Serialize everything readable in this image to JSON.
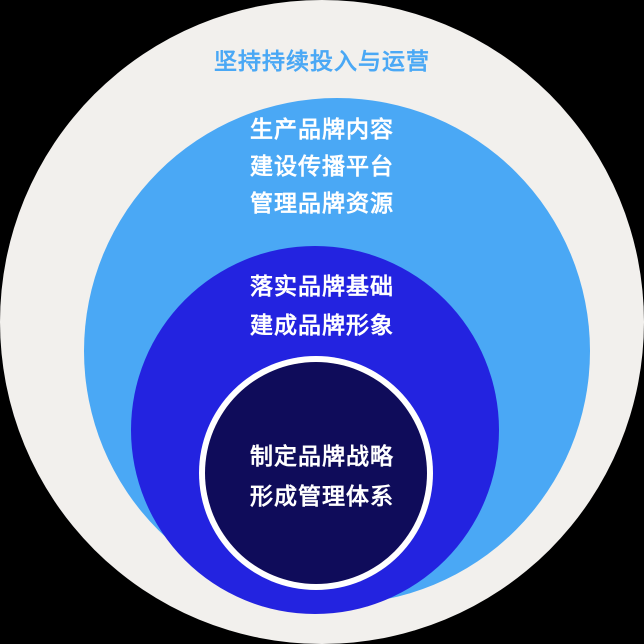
{
  "colors": {
    "background": "#000000",
    "outer_ring": "#F2F0ED",
    "outer_text": "#4AA8F5",
    "second_ring": "#4AA8F5",
    "third_ring": "#2323E0",
    "core": "#0F0C5A",
    "core_border": "#FFFFFF",
    "inner_text": "#FFFFFF"
  },
  "outer": {
    "label": "坚持持续投入与运营"
  },
  "second": {
    "lines": [
      "生产品牌内容",
      "建设传播平台",
      "管理品牌资源"
    ]
  },
  "third": {
    "lines": [
      "落实品牌基础",
      "建成品牌形象"
    ]
  },
  "core": {
    "lines": [
      "制定品牌战略",
      "形成管理体系"
    ]
  }
}
